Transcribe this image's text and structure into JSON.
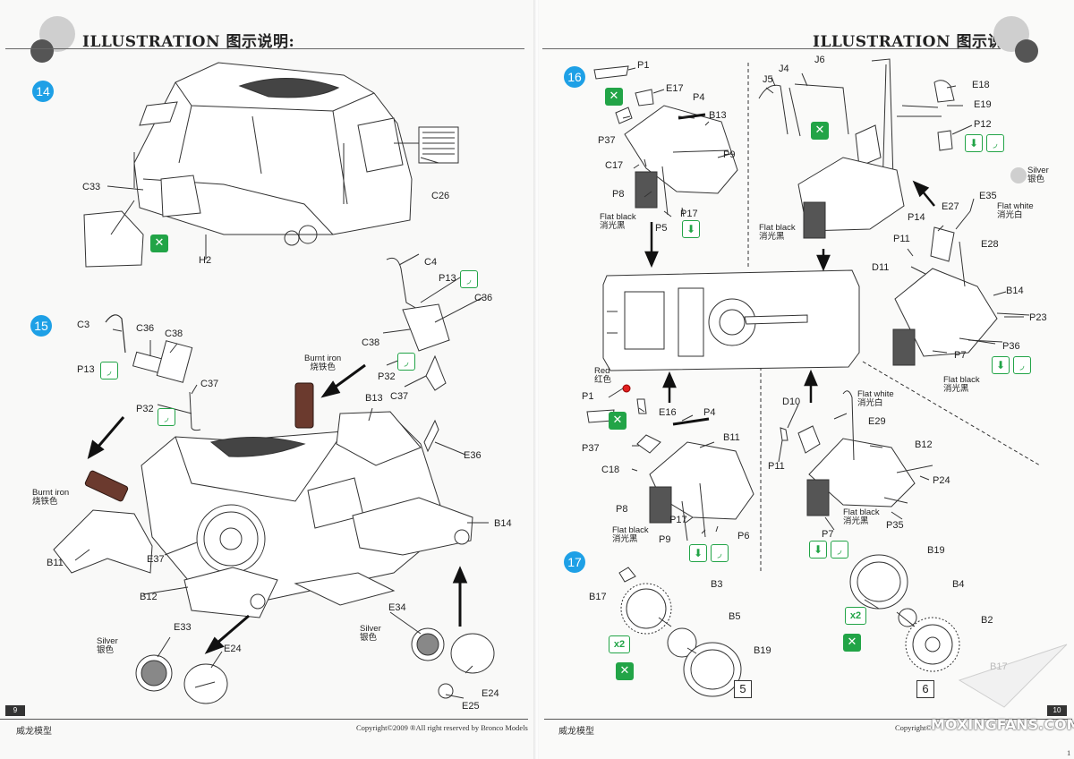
{
  "header": {
    "title": "ILLUSTRATION 图示说明:"
  },
  "steps": [
    "14",
    "15",
    "16",
    "17"
  ],
  "parts_left": {
    "s14": [
      "C33",
      "H2",
      "C26"
    ],
    "s15": [
      "C4",
      "P13",
      "C36",
      "C3",
      "C36",
      "C38",
      "C38",
      "P13",
      "C37",
      "P32",
      "P32",
      "C37",
      "B13",
      "E36",
      "B14",
      "B11",
      "E37",
      "B12",
      "E33",
      "E24",
      "E34",
      "E24",
      "E25"
    ]
  },
  "paints": {
    "burnt_iron": "Burnt iron",
    "burnt_iron_cn": "烧铁色",
    "silver": "Silver",
    "silver_cn": "银色",
    "flat_black": "Flat black",
    "flat_black_cn": "消光黑",
    "flat_white": "Flat white",
    "flat_white_cn": "消光白",
    "red": "Red",
    "red_cn": "红色"
  },
  "parts_right": {
    "s16": [
      "P1",
      "E17",
      "P4",
      "B13",
      "P37",
      "C17",
      "P9",
      "P8",
      "P17",
      "P5",
      "J4",
      "J6",
      "J5",
      "E18",
      "E19",
      "P12",
      "E35",
      "E27",
      "P14",
      "P11",
      "E28",
      "D11",
      "B14",
      "P23",
      "P36",
      "P7",
      "P1",
      "E16",
      "P4",
      "P37",
      "B11",
      "C18",
      "P8",
      "P17",
      "P9",
      "P6",
      "D10",
      "E29",
      "B12",
      "P11",
      "P24",
      "P7",
      "P35"
    ],
    "s17": [
      "B17",
      "B3",
      "B5",
      "B19",
      "B19",
      "B4",
      "B2",
      "B17"
    ]
  },
  "multipliers": [
    "x2",
    "x2"
  ],
  "boxes": [
    "5",
    "6"
  ],
  "footer": {
    "left_brand": "威龙模型",
    "left_copyright": "Copyright©2009  ®All right reserved by Bronco Models",
    "right_brand": "威龙模型",
    "right_copyright": "Copyright©",
    "page_left": "9",
    "page_right": "10",
    "corner": "1"
  },
  "watermark": "MOXINGFANS.COM",
  "colors": {
    "step_blue": "#1ea0e6",
    "icon_green": "#22a447",
    "burnt_iron": "#6b3a2e",
    "panel_gray": "#555555",
    "red_dot": "#e02020"
  }
}
